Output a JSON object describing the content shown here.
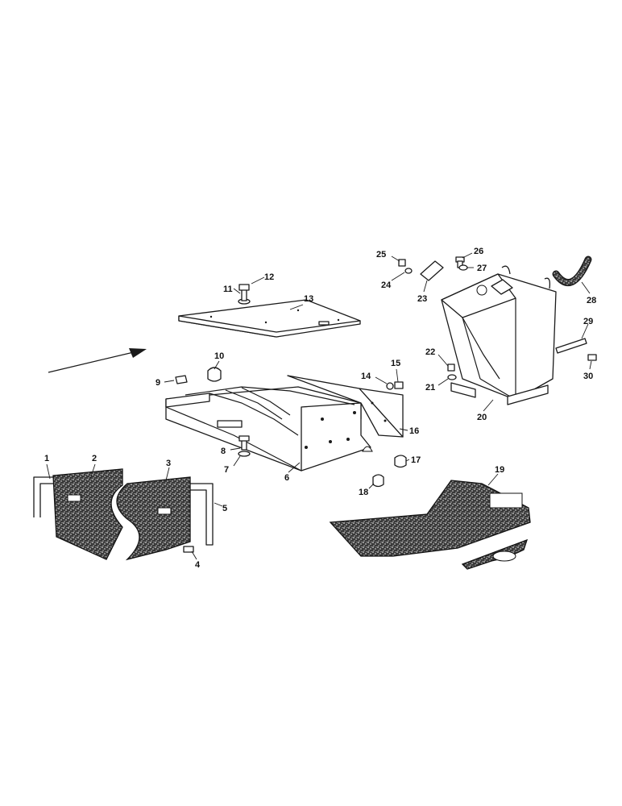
{
  "callouts": [
    "1",
    "2",
    "3",
    "4",
    "5",
    "6",
    "7",
    "8",
    "9",
    "10",
    "11",
    "12",
    "13",
    "14",
    "15",
    "16",
    "17",
    "18",
    "19",
    "20",
    "21",
    "22",
    "23",
    "24",
    "25",
    "26",
    "27",
    "28",
    "29",
    "30"
  ],
  "colors": {
    "ink": "#1a1a1a",
    "paper": "#ffffff"
  }
}
